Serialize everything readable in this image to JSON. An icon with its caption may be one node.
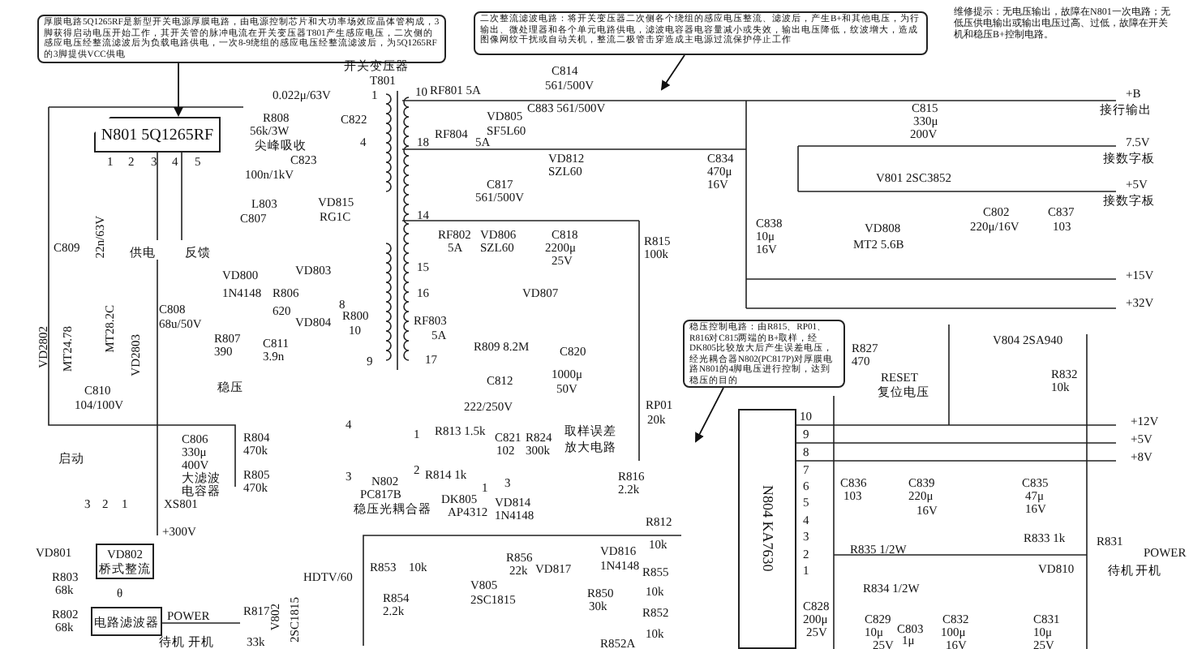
{
  "diagram": {
    "nodes": [
      {
        "text": [
          "厚膜电路5Q1265RF是新型开关电源厚膜电路，由电源控制芯片和大功率场效应晶体管构成，3脚获得启动电压开始工作，其开关管的脉冲电流在开关变压器T801产生感应电压，二次侧的感应电压经整流滤波后为负载电路供电，一次8-9绕组的感应电压经整流滤波后，为5Q1265RF的3脚提供VCC供电"
        ]
      },
      {
        "text": [
          "N801 5Q1265RF"
        ],
        "beside": [
          "1",
          "2",
          "3",
          "4",
          "5"
        ]
      },
      {
        "text": [
          "二次整流滤波电路：将开关变压器二次侧各个绕组的感应电压整流、滤波后，产生B+和其他电压，为行输出、微处理器和各个单元电路供电，滤波电容器电容量减小或失效，输出电压降低，纹波增大，造成图像网纹干扰或自动关机，整流二极管击穿造成主电源过流保护停止工作"
        ]
      },
      {
        "text": [
          "稳压控制电路：由R815、RP01、R816对C815两端的B+取样，经DK805比较放大后产生误差电压，经光耦合器N802(PC817P)对厚膜电路N801的4脚电压进行控制，达到稳压的目的"
        ]
      },
      {
        "text": [
          "N804 KA7630"
        ],
        "beside": [
          "10",
          "9",
          "8",
          "7",
          "6",
          "5",
          "4",
          "3",
          "2",
          "1"
        ]
      },
      {
        "text": [
          "VD802",
          "桥式整流"
        ]
      },
      {
        "text": [
          "电路滤波器"
        ]
      }
    ],
    "edges": [
      {
        "from": 0,
        "to": 1,
        "arrow": "to"
      },
      {
        "from": 2,
        "to": null,
        "arrow": "to"
      },
      {
        "from": 3,
        "to": null,
        "arrow": "to"
      }
    ],
    "labels": [
      "维修提示：无电压输出，故障在N801一次电路；无低压供电输出或输出电压过高、过低，故障在开关机和稳压B+控制电路。",
      "开关变压器",
      "T801",
      "0.022μ/63V",
      "1",
      "R808",
      "56k/3W",
      "尖峰吸收",
      "C822",
      "4",
      "C823",
      "100n/1kV",
      "L803",
      "C807",
      "VD815",
      "RG1C",
      "C809",
      "22n/63V",
      "供电",
      "反馈",
      "VD800",
      "VD803",
      "1N4148",
      "R806",
      "8",
      "C808",
      "620",
      "VD804",
      "R800",
      "68u/50V",
      "10",
      "VD2802",
      "MT24.78",
      "MT28.2C",
      "VD2803",
      "R807",
      "390",
      "C811",
      "3.9n",
      "9",
      "C810",
      "104/100V",
      "稳压",
      "C806",
      "330μ",
      "400V",
      "大滤波",
      "电容器",
      "R804",
      "470k",
      "R805",
      "470k",
      "启动",
      "3",
      "2",
      "1",
      "XS801",
      "+300V",
      "VD801",
      "R803",
      "68k",
      "R802",
      "68k",
      "θ",
      "POWER",
      "待机",
      "开机",
      "R817",
      "33k",
      "V802",
      "2SC1815",
      "HDTV/60",
      "R853",
      "10k",
      "R854",
      "2.2k",
      "10",
      "RF801 5A",
      "C814",
      "561/500V",
      "VD805",
      "SF5L60",
      "C883 561/500V",
      "18",
      "RF804",
      "5A",
      "VD812",
      "SZL60",
      "C817",
      "561/500V",
      "14",
      "RF802",
      "5A",
      "VD806",
      "SZL60",
      "C818",
      "2200μ",
      "25V",
      "R815",
      "100k",
      "15",
      "16",
      "VD807",
      "C834",
      "470μ",
      "16V",
      "C838",
      "10μ",
      "16V",
      "+B",
      "C815",
      "接行输出",
      "330μ",
      "200V",
      "7.5V",
      "接数字板",
      "V801 2SC3852",
      "+5V",
      "接数字板",
      "C802",
      "C837",
      "VD808",
      "220μ/16V",
      "103",
      "MT2 5.6B",
      "+15V",
      "+32V",
      "RF803",
      "5A",
      "17",
      "R809 8.2M",
      "C812",
      "222/250V",
      "C820",
      "1000μ",
      "50V",
      "RP01",
      "20k",
      "4",
      "3",
      "N802",
      "PC817B",
      "稳压光耦合器",
      "1",
      "2",
      "R813 1.5k",
      "C821",
      "102",
      "R824",
      "300k",
      "取样误差",
      "放大电路",
      "R814 1k",
      "1",
      "3",
      "DK805",
      "AP4312",
      "VD814",
      "1N4148",
      "R816",
      "2.2k",
      "R812",
      "10k",
      "R856",
      "22k",
      "VD817",
      "VD816",
      "1N4148",
      "R855",
      "10k",
      "V805",
      "2SC1815",
      "R850",
      "30k",
      "R852",
      "10k",
      "R852A",
      "R827",
      "470",
      "RESET",
      "复位电压",
      "V804 2SA940",
      "R832",
      "10k",
      "+12V",
      "+5V",
      "+8V",
      "C836",
      "103",
      "C839",
      "220μ",
      "16V",
      "C835",
      "47μ",
      "16V",
      "R833 1k",
      "R831",
      "POWER",
      "VD810",
      "待机",
      "开机",
      "R835 1/2W",
      "R834 1/2W",
      "C828",
      "200μ",
      "25V",
      "C829",
      "10μ",
      "25V",
      "C803",
      "1μ",
      "C832",
      "100μ",
      "16V",
      "C831",
      "10μ",
      "25V"
    ]
  }
}
